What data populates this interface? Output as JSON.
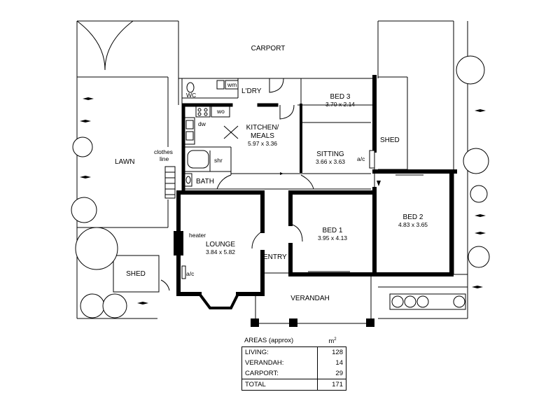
{
  "rooms": {
    "carport": "CARPORT",
    "wc": "WC",
    "wm": "wm",
    "laundry": "L'DRY",
    "bed3": "BED 3",
    "bed3_size": "3.70 x 2.14",
    "wo": "wo",
    "dw": "dw",
    "kitchen_1": "KITCHEN/",
    "kitchen_2": "MEALS",
    "kitchen_size": "5.97 x 3.36",
    "sitting": "SITTING",
    "sitting_size": "3.66 x 3.63",
    "ac_sitting": "a/c",
    "shed_right": "SHED",
    "lawn": "LAWN",
    "clothes_1": "clothes",
    "clothes_2": "line",
    "shr": "shr",
    "bath": "BATH",
    "heater": "heater",
    "lounge": "LOUNGE",
    "lounge_size": "3.84 x 5.82",
    "ac_lounge": "a/c",
    "entry": "ENTRY",
    "bed1": "BED 1",
    "bed1_size": "3.95 x 4.13",
    "bed2": "BED 2",
    "bed2_size": "4.83 x 3.65",
    "shed_left": "SHED",
    "verandah": "VERANDAH"
  },
  "areas_table": {
    "title": "AREAS (approx)",
    "unit": "m",
    "unit_sup": "2",
    "rows": [
      {
        "label": "LIVING:",
        "value": "128"
      },
      {
        "label": "VERANDAH:",
        "value": "14"
      },
      {
        "label": "CARPORT:",
        "value": "29"
      }
    ],
    "total_label": "TOTAL",
    "total_value": "171"
  }
}
